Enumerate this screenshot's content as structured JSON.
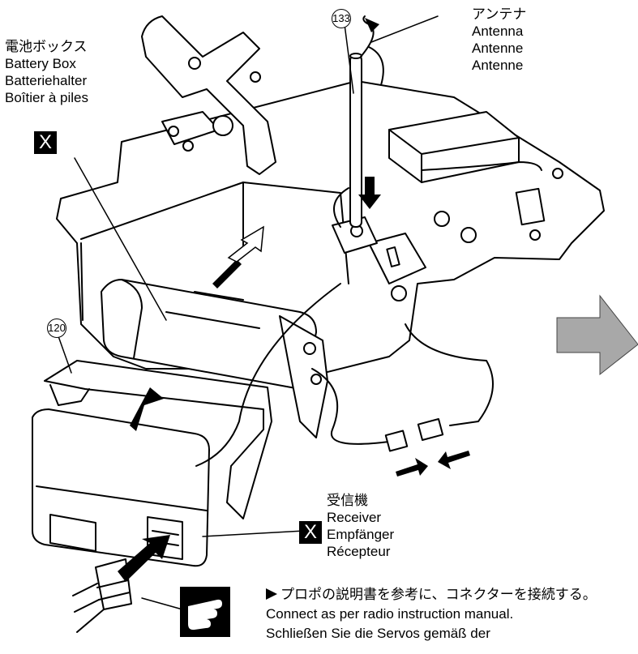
{
  "labels": {
    "antenna": [
      "アンテナ",
      "Antenna",
      "Antenne",
      "Antenne"
    ],
    "battery_box": [
      "電池ボックス",
      "Battery Box",
      "Batteriehalter",
      "Boîtier à piles"
    ],
    "receiver": [
      "受信機",
      "Receiver",
      "Empfänger",
      "Récepteur"
    ]
  },
  "part_numbers": {
    "antenna_pipe": "133",
    "receiver_case": "120"
  },
  "markers": {
    "battery_box": "X",
    "receiver": "X"
  },
  "instruction": {
    "jp": "プロポの説明書を参考に、コネクターを接続する。",
    "en": "Connect as per radio instruction manual.",
    "de": "Schließen Sie die Servos gemäß der"
  },
  "colors": {
    "line": "#000000",
    "next_arrow": "#a8a8a8"
  }
}
